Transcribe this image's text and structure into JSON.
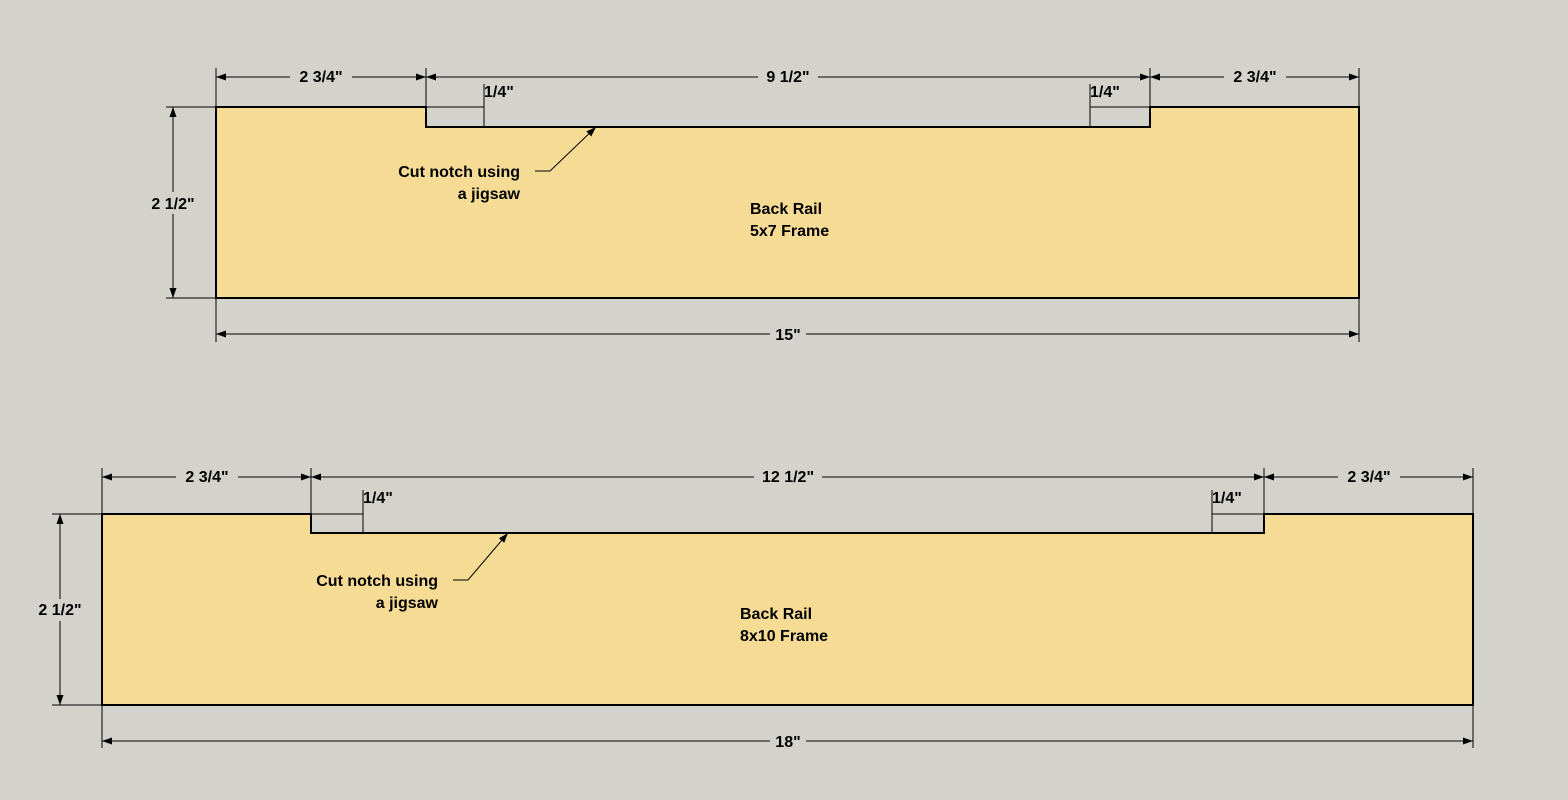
{
  "colors": {
    "background": "#d3d3cc",
    "board": "#f6db95",
    "line": "#000000"
  },
  "rails": [
    {
      "name_line1": "Back Rail",
      "name_line2": "5x7 Frame",
      "dims": {
        "left_segment": "2 3/4\"",
        "notch_length": "9 1/2\"",
        "right_segment": "2 3/4\"",
        "notch_depth_left": "1/4\"",
        "notch_depth_right": "1/4\"",
        "height": "2 1/2\"",
        "total_length": "15\""
      },
      "note_line1": "Cut notch using",
      "note_line2": "a jigsaw"
    },
    {
      "name_line1": "Back Rail",
      "name_line2": "8x10 Frame",
      "dims": {
        "left_segment": "2 3/4\"",
        "notch_length": "12 1/2\"",
        "right_segment": "2 3/4\"",
        "notch_depth_left": "1/4\"",
        "notch_depth_right": "1/4\"",
        "height": "2 1/2\"",
        "total_length": "18\""
      },
      "note_line1": "Cut notch using",
      "note_line2": "a jigsaw"
    }
  ]
}
